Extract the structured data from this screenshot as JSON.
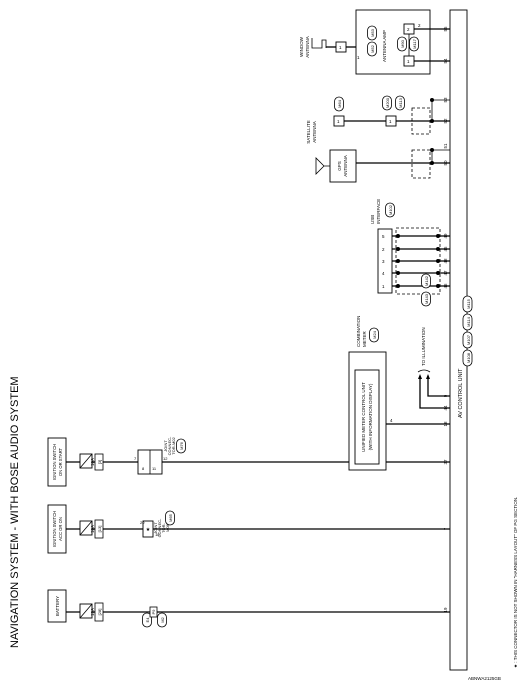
{
  "title": "NAVIGATION SYSTEM - WITH BOSE AUDIO SYSTEM",
  "footnote": "★ : THIS CONNECTOR IS NOT SHOWN IN \"HARNESS LAYOUT\" OF PG SECTION.",
  "ref_code": "ABNWA2125GB",
  "power_sources": [
    {
      "label_lines": [
        "BATTERY"
      ],
      "fuse_size": "15A",
      "fuse_num": "[28]",
      "connectors": [
        "E4",
        "M2"
      ],
      "pin": "P9",
      "av_pin": "19"
    },
    {
      "label_lines": [
        "IGNITION SWITCH",
        "ACC OR ON"
      ],
      "fuse_size": "10A",
      "fuse_num": "[13]",
      "joint_lines": [
        "JOINT",
        "CONNEC-",
        "TOR-",
        "M06"
      ],
      "joint_conn": "M65",
      "joint_pins": [
        "20",
        "18"
      ],
      "av_pin": "7"
    },
    {
      "label_lines": [
        "IGNITION SWITCH",
        "ON OR START"
      ],
      "fuse_size": "10A",
      "fuse_num": "[3]",
      "joint_lines": [
        "JOINT",
        "CONNEC-",
        "TOR-M02"
      ],
      "joint_conn": "M76",
      "joint_pins": [
        "7",
        "8",
        "11",
        "12"
      ],
      "av_pin": "37"
    }
  ],
  "combination_meter": {
    "label_lines": [
      "COMBINATION",
      "METER"
    ],
    "conn": "M24",
    "inner_lines": [
      "UNIFIED METER CONTROL UNIT",
      "(WITH INFORMATION DISPLAY)"
    ],
    "pin": "4",
    "av_pin": "18"
  },
  "illumination": {
    "label": "TO ILLUMINATION",
    "av_pins": [
      "44",
      "9"
    ]
  },
  "av_unit": {
    "label": "AV CONTROL UNIT",
    "connectors": [
      "M108",
      "M107",
      "M114",
      "M115"
    ]
  },
  "usb": {
    "label_lines": [
      "USB",
      "INTERFACE"
    ],
    "conn": "M102",
    "pins": [
      "5",
      "2",
      "3",
      "4",
      "1"
    ],
    "av_pins": [
      "49",
      "45",
      "48",
      "47",
      "46"
    ],
    "conns": [
      "M142",
      "M143"
    ]
  },
  "gps": {
    "label_lines": [
      "GPS",
      "ANTENNA"
    ],
    "av_pin": "50"
  },
  "av_pin_51": "51",
  "satellite": {
    "label_lines": [
      "SATELLITE",
      "ANTENNA"
    ],
    "conns": [
      "M64",
      "M200",
      "M113"
    ],
    "pin": "1",
    "av_pins": [
      "52",
      "53"
    ]
  },
  "antenna_amp": {
    "label": "ANTENNA AMP",
    "conns": [
      "M52",
      "M53",
      "M90",
      "M117"
    ],
    "pins": [
      "2",
      "1",
      "2",
      "1"
    ],
    "av_pins": [
      "55",
      "54"
    ]
  },
  "window_antenna": {
    "label_lines": [
      "WINDOW",
      "ANTENNA"
    ],
    "pin": "1"
  }
}
